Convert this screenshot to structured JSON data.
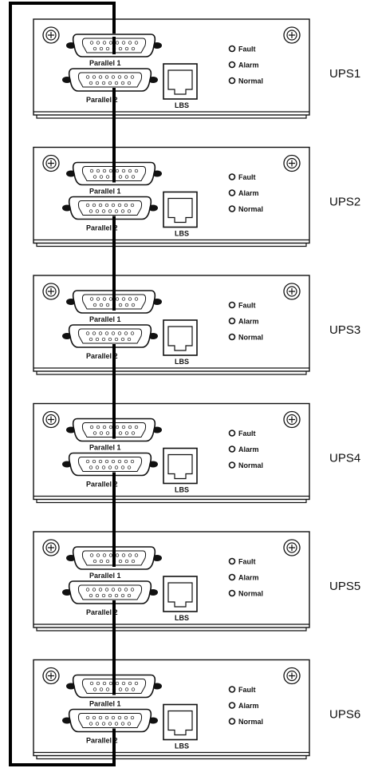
{
  "diagram": {
    "units": [
      {
        "name": "UPS1"
      },
      {
        "name": "UPS2"
      },
      {
        "name": "UPS3"
      },
      {
        "name": "UPS4"
      },
      {
        "name": "UPS5"
      },
      {
        "name": "UPS6"
      }
    ],
    "port_labels": {
      "parallel_1": "Parallel 1",
      "parallel_2": "Parallel 2",
      "lbs": "LBS"
    },
    "led_labels": [
      "Fault",
      "Alarm",
      "Normal"
    ]
  }
}
